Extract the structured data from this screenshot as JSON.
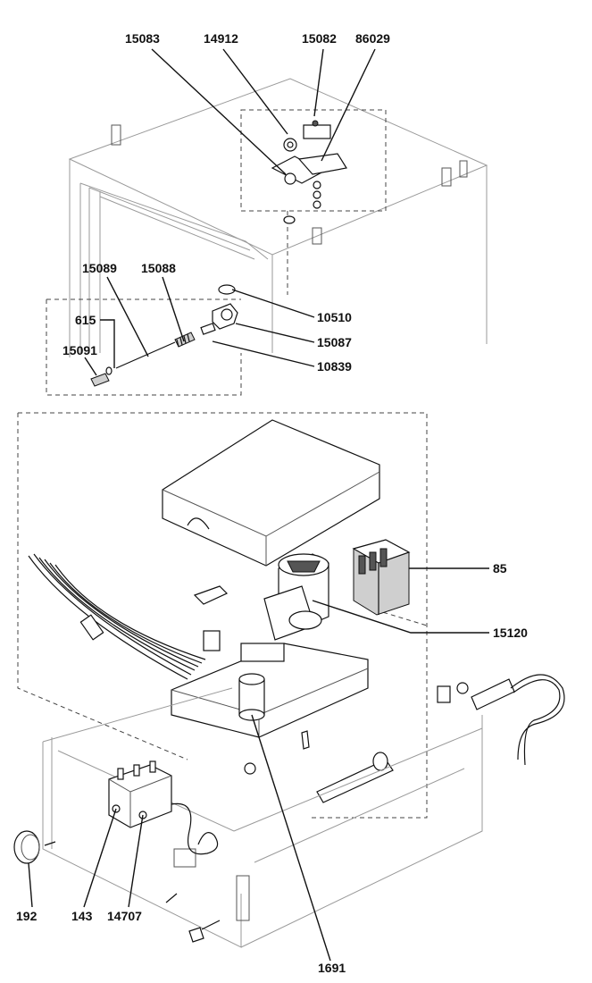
{
  "labels": {
    "p15083": "15083",
    "p14912": "14912",
    "p15082": "15082",
    "p86029": "86029",
    "p15089": "15089",
    "p15088": "15088",
    "p615": "615",
    "p15091": "15091",
    "p10510": "10510",
    "p15087": "15087",
    "p10839": "10839",
    "p85": "85",
    "p15120": "15120",
    "p192": "192",
    "p143": "143",
    "p14707": "14707",
    "p1691": "1691"
  }
}
